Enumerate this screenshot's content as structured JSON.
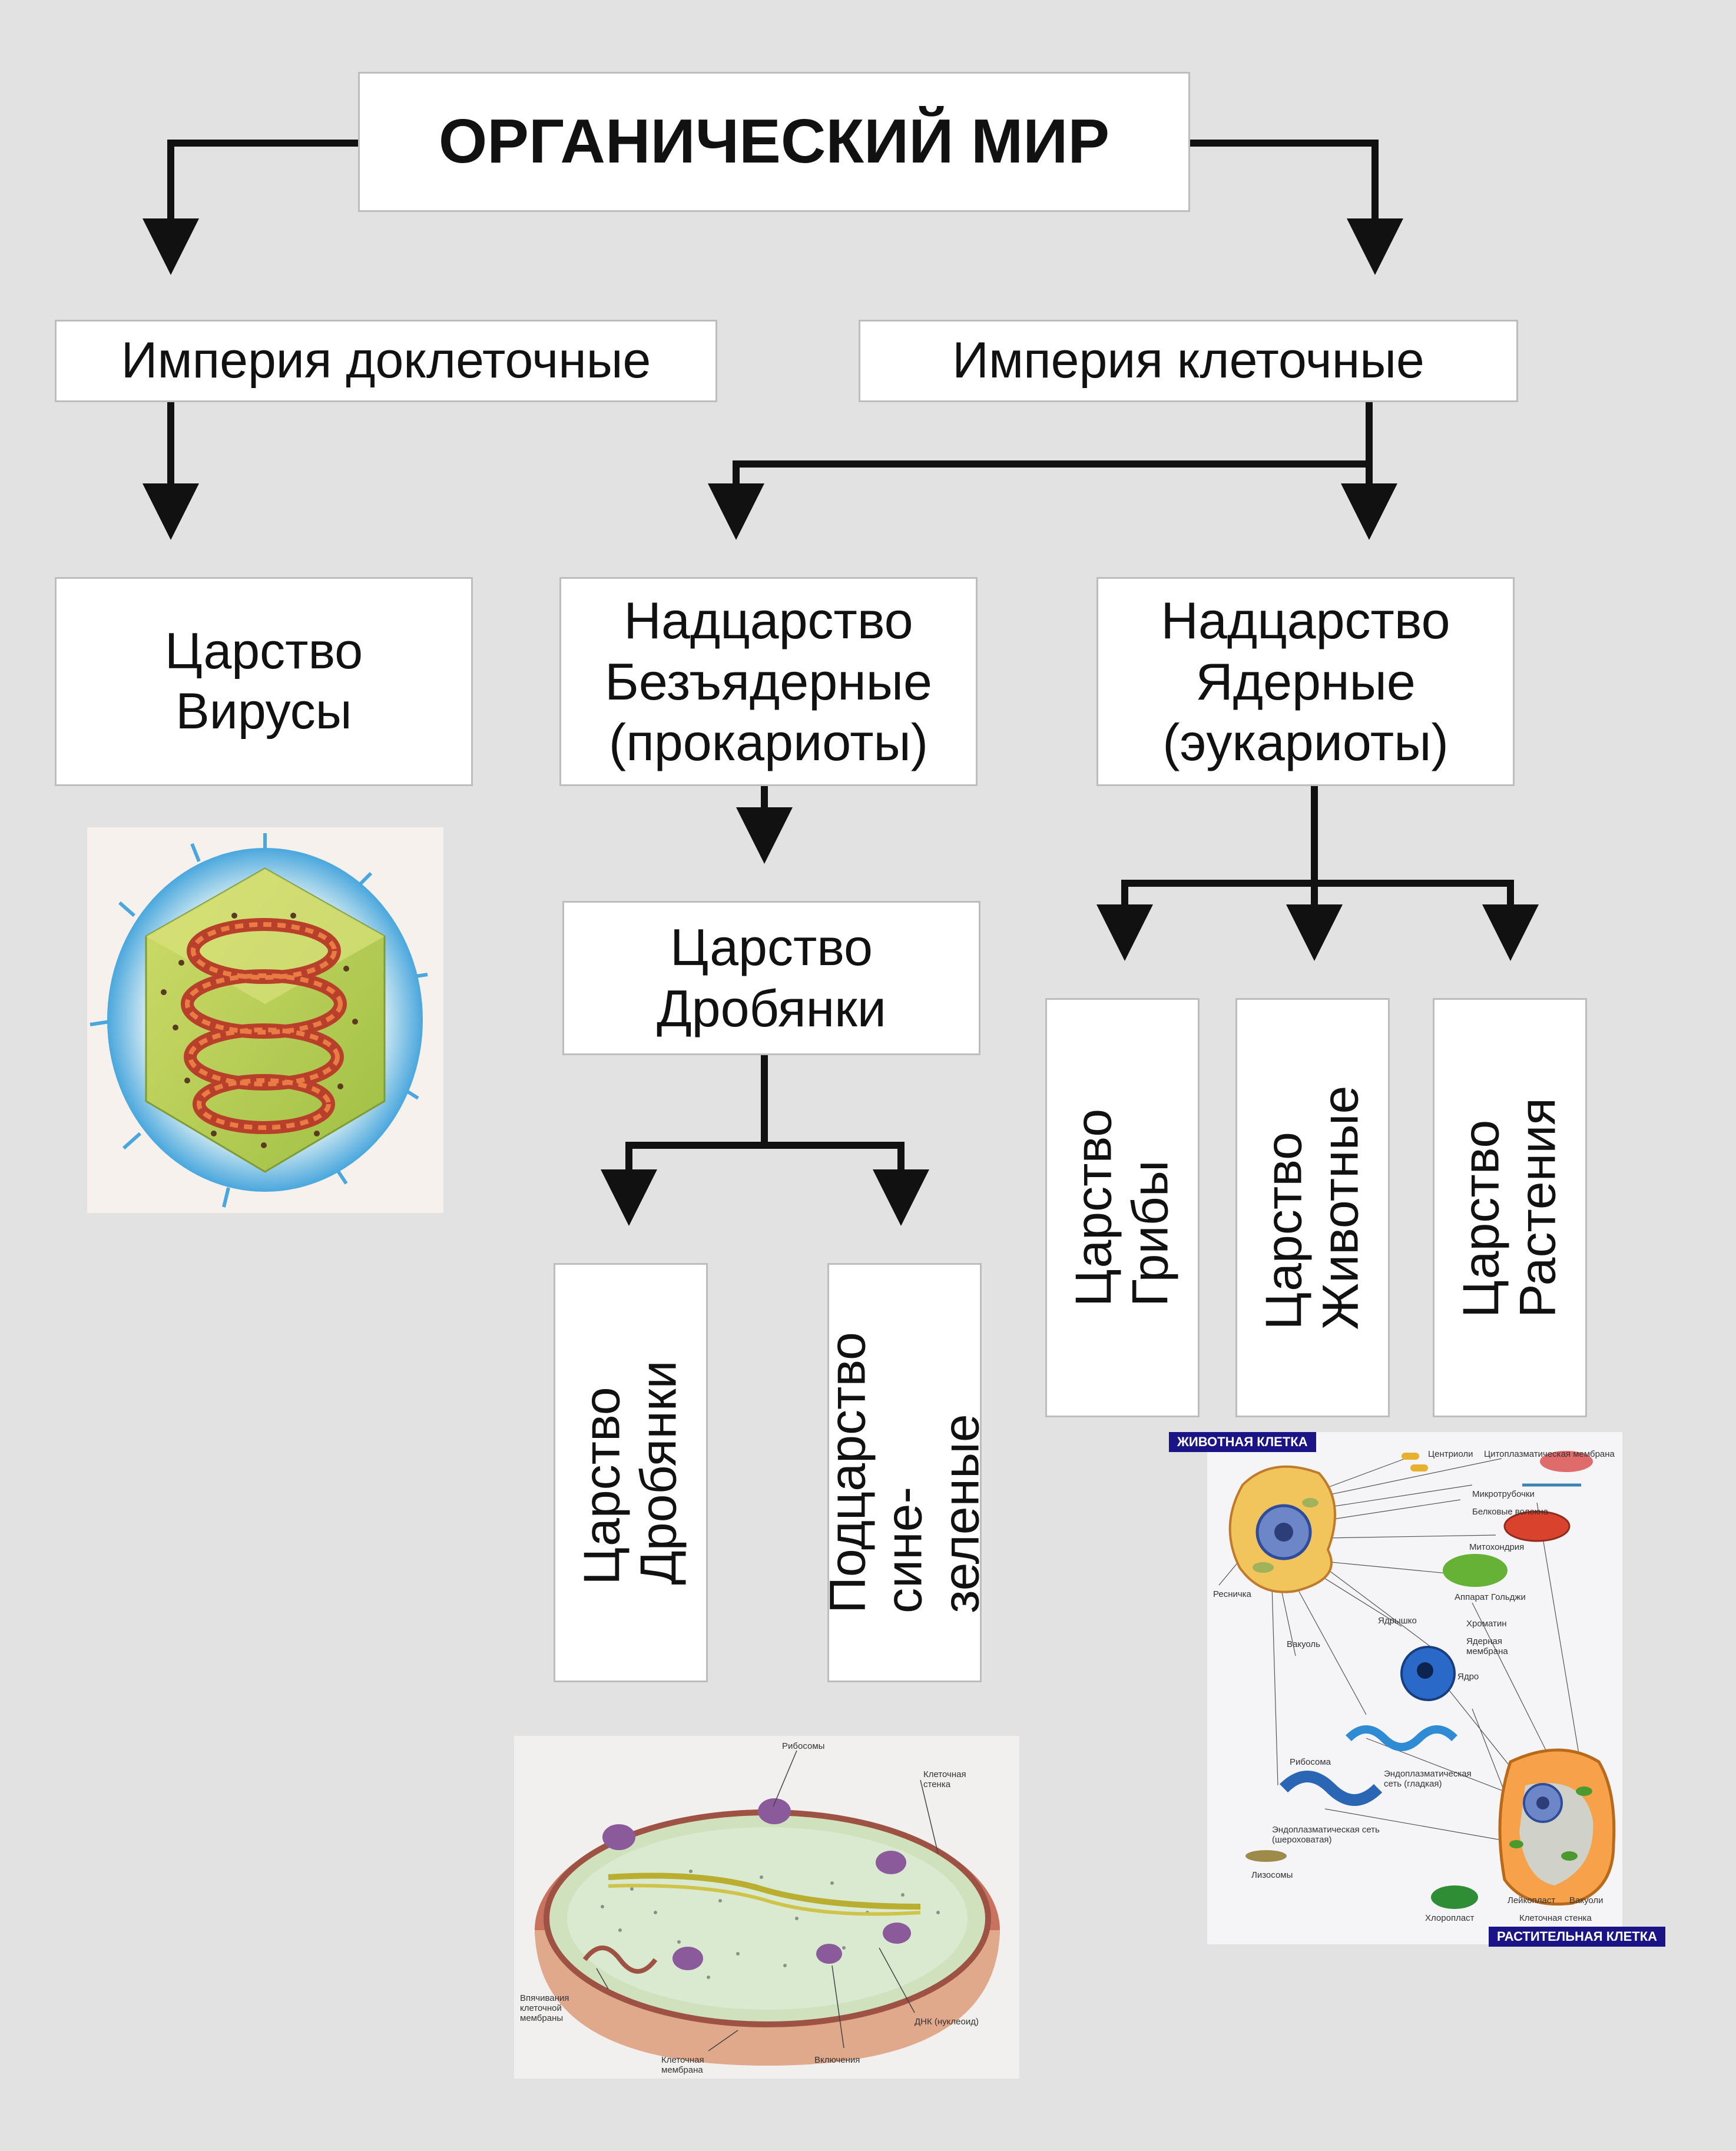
{
  "root": "ОРГАНИЧЕСКИЙ МИР",
  "empires": {
    "precellular": "Империя доклеточные",
    "cellular": "Империя клеточные"
  },
  "kingdoms": {
    "viruses": "Царство\nВирусы",
    "prokaryotes": "Надцарство\nБезъядерные\n(прокариоты)",
    "eukaryotes": "Надцарство\nЯдерные\n(эукариоты)",
    "drobyanki": "Царство\nДробянки",
    "drobyanki_vertical": "Царство\nДробянки",
    "cyano": "Подцарство\nсине-зеленые",
    "fungi": "Царство\nГрибы",
    "animals": "Царство\nЖивотные",
    "plants": "Царство\nРастения"
  },
  "bacteria_figure": {
    "labels": {
      "ribosomes": "Рибосомы",
      "cell_wall": "Клеточная\nстенка",
      "invaginations": "Впячивания\nклеточной\nмембраны",
      "dna": "ДНК (нуклеоид)",
      "membrane": "Клеточная\nмембрана",
      "inclusions": "Включения"
    }
  },
  "cells_figure": {
    "animal_cell": "ЖИВОТНАЯ КЛЕТКА",
    "plant_cell": "РАСТИТЕЛЬНАЯ КЛЕТКА",
    "labels": {
      "centrioles": "Центриоли",
      "cytoplasmic_membrane": "Цитоплазматическая мембрана",
      "microtubules": "Микротрубочки",
      "protein_fibers": "Белковые волокна",
      "mitochondria": "Митохондрия",
      "golgi": "Аппарат Гольджи",
      "cilium": "Ресничка",
      "vacuole": "Вакуоль",
      "nucleolus": "Ядрышко",
      "chromatin": "Хроматин",
      "nuclear_membrane": "Ядерная\nмембрана",
      "nucleus": "Ядро",
      "ribosome": "Рибосома",
      "smooth_er": "Эндоплазматическая\nсеть (гладкая)",
      "rough_er": "Эндоплазматическая сеть\n(шероховатая)",
      "lysosomes": "Лизосомы",
      "leucoplast": "Лейкопласт",
      "vacuoles": "Вакуоли",
      "cell_wall": "Клеточная стенка",
      "chloroplast": "Хлоропласт"
    }
  },
  "colors": {
    "background": "#e2e2e2",
    "box": "#ffffff",
    "connector": "#111111",
    "badge": "#1a1486"
  }
}
